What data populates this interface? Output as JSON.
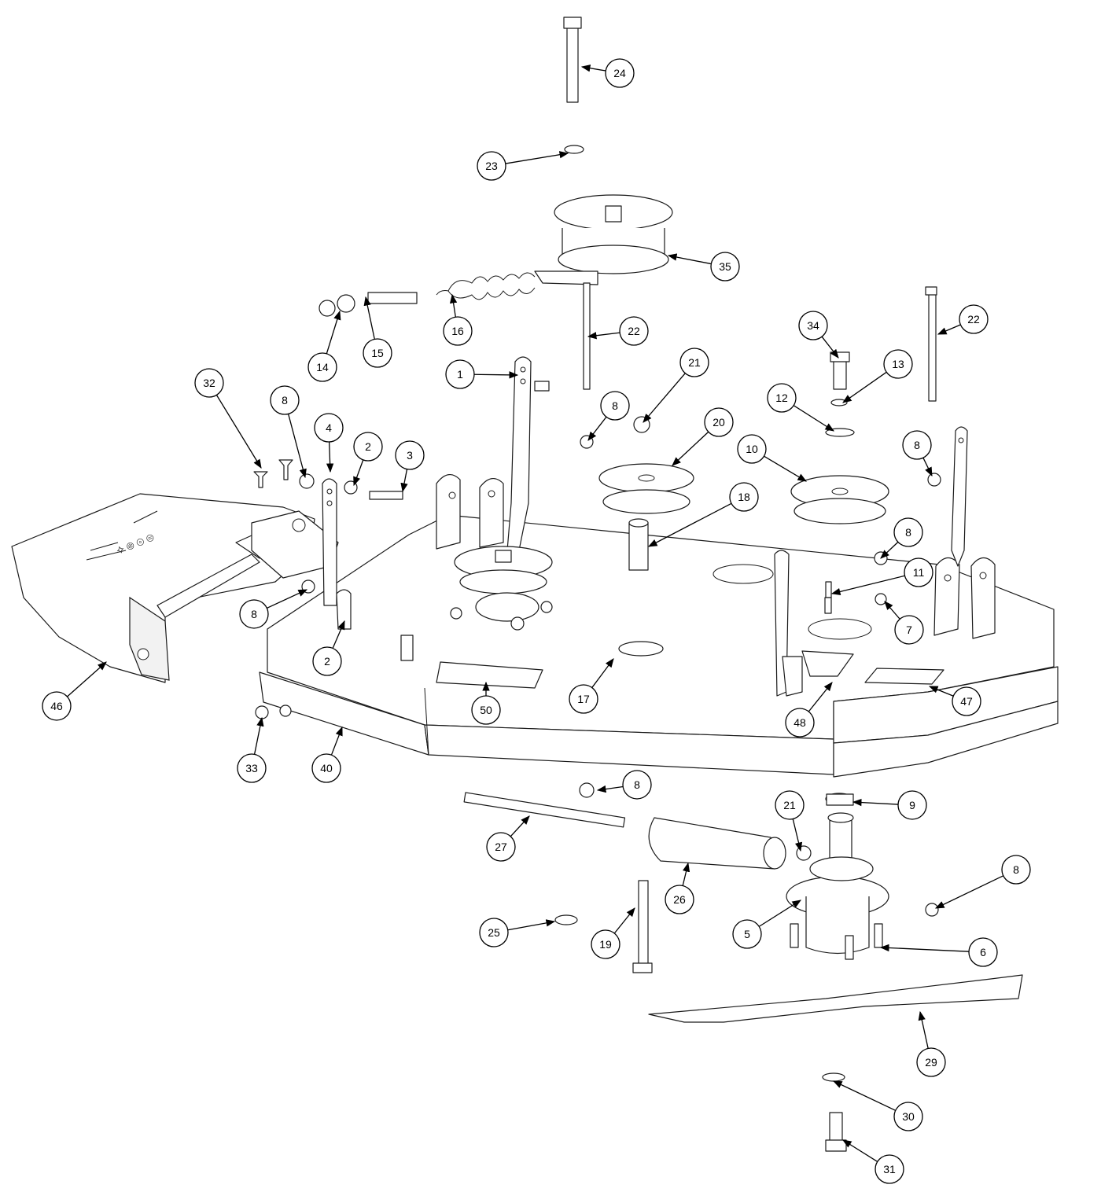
{
  "callouts": [
    {
      "label": "24"
    },
    {
      "label": "23"
    },
    {
      "label": "35"
    },
    {
      "label": "16"
    },
    {
      "label": "15"
    },
    {
      "label": "14"
    },
    {
      "label": "22"
    },
    {
      "label": "22"
    },
    {
      "label": "34"
    },
    {
      "label": "13"
    },
    {
      "label": "12"
    },
    {
      "label": "1"
    },
    {
      "label": "21"
    },
    {
      "label": "8"
    },
    {
      "label": "20"
    },
    {
      "label": "10"
    },
    {
      "label": "8"
    },
    {
      "label": "32"
    },
    {
      "label": "8"
    },
    {
      "label": "4"
    },
    {
      "label": "2"
    },
    {
      "label": "3"
    },
    {
      "label": "18"
    },
    {
      "label": "8"
    },
    {
      "label": "11"
    },
    {
      "label": "7"
    },
    {
      "label": "8"
    },
    {
      "label": "2"
    },
    {
      "label": "46"
    },
    {
      "label": "17"
    },
    {
      "label": "50"
    },
    {
      "label": "48"
    },
    {
      "label": "47"
    },
    {
      "label": "33"
    },
    {
      "label": "40"
    },
    {
      "label": "8"
    },
    {
      "label": "9"
    },
    {
      "label": "21"
    },
    {
      "label": "27"
    },
    {
      "label": "26"
    },
    {
      "label": "8"
    },
    {
      "label": "25"
    },
    {
      "label": "19"
    },
    {
      "label": "5"
    },
    {
      "label": "6"
    },
    {
      "label": "29"
    },
    {
      "label": "30"
    },
    {
      "label": "31"
    }
  ]
}
